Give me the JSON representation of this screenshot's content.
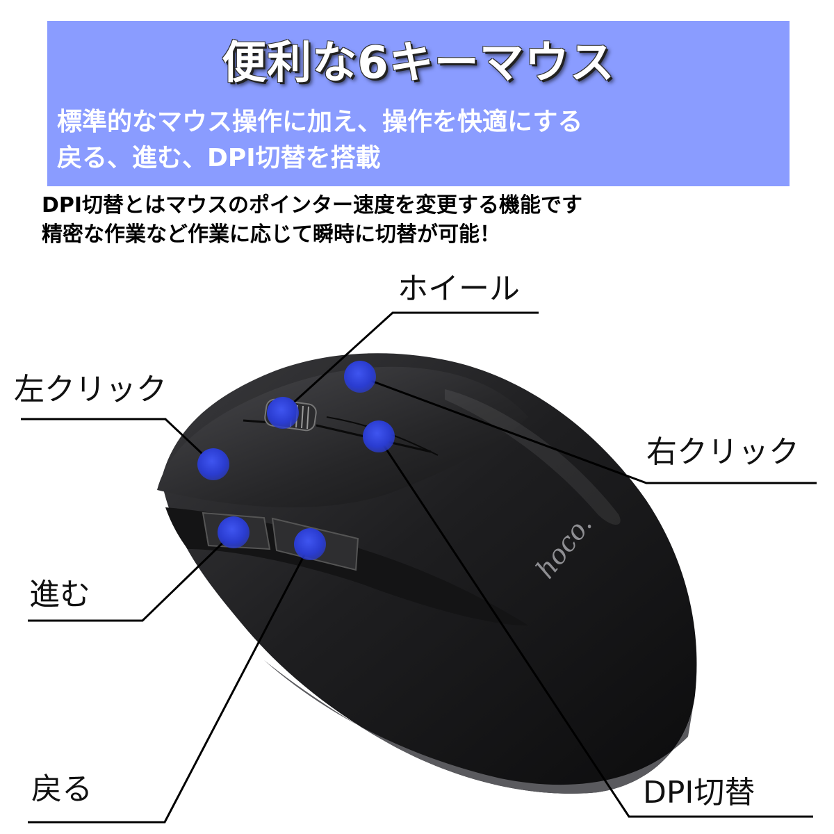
{
  "header": {
    "title": "便利な6キーマウス",
    "subtitle_line1": "標準的なマウス操作に加え、操作を快適にする",
    "subtitle_line2": "戻る、進む、DPI切替を搭載"
  },
  "description": {
    "line1": "DPI切替とはマウスのポインター速度を変更する機能です",
    "line2": "精密な作業など作業に応じて瞬時に切替が可能！"
  },
  "product": {
    "brand_logo": "hoco."
  },
  "callouts": {
    "wheel": "ホイール",
    "left_click": "左クリック",
    "right_click": "右クリック",
    "forward": "進む",
    "back": "戻る",
    "dpi": "DPI切替"
  },
  "colors": {
    "banner": "#8a9cff",
    "marker": "#2f3fd6",
    "mouse_body": "#1c1c1e"
  }
}
